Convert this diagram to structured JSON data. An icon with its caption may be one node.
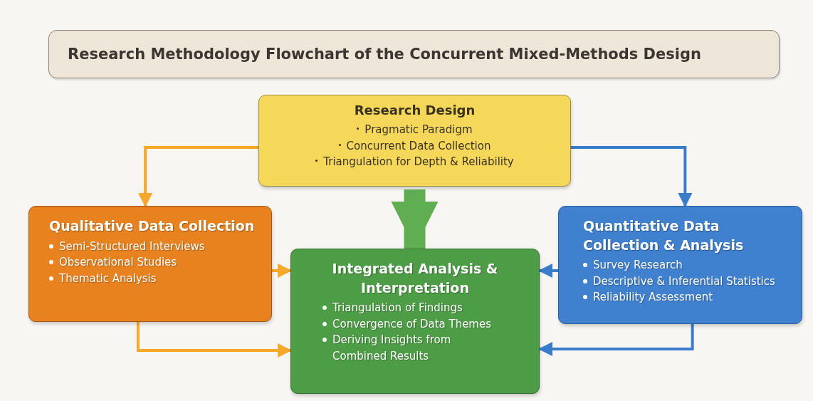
{
  "diagram": {
    "title": "Research Methodology Flowchart of the Concurrent Mixed-Methods Design",
    "nodes": [
      {
        "text": [
          "Research Design",
          "Pragmatic Paradigm",
          "Concurrent Data Collection",
          "Triangulation for Depth & Reliability"
        ]
      },
      {
        "text": [
          "Qualitative Data Collection",
          "Semi-Structured Interviews",
          "Observational Studies",
          "Thematic Analysis"
        ]
      },
      {
        "text": [
          "Quantitative Data Collection & Analysis",
          "Survey Research",
          "Descriptive & Inferential Statistics",
          "Reliability Assessment"
        ]
      },
      {
        "text": [
          "Integrated Analysis & Interpretation",
          "Triangulation of Findings",
          "Convergence of Data Themes",
          "Deriving Insights from Combined Results"
        ]
      }
    ],
    "edges": [
      {
        "from": 0,
        "to": 1,
        "arrow": "to",
        "color": "#f5a829"
      },
      {
        "from": 0,
        "to": 2,
        "arrow": "to",
        "color": "#3a7ccc"
      },
      {
        "from": 0,
        "to": 3,
        "arrow": "to",
        "style": "thick",
        "color": "#5fae52"
      },
      {
        "from": 1,
        "to": 3,
        "arrow": "to",
        "color": "#f5a829"
      },
      {
        "from": 1,
        "to": 3,
        "arrow": "to",
        "color": "#f5a829"
      },
      {
        "from": 2,
        "to": 3,
        "arrow": "to",
        "color": "#3a7ccc"
      },
      {
        "from": 2,
        "to": 3,
        "arrow": "to",
        "color": "#3a7ccc"
      }
    ]
  }
}
